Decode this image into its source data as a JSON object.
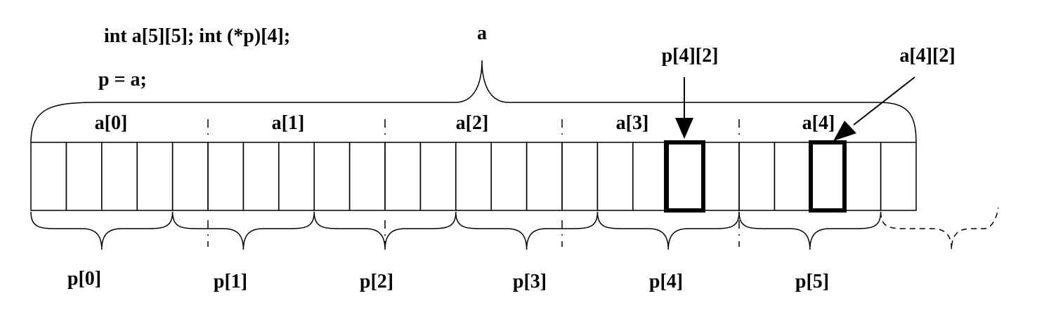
{
  "code": {
    "declaration": "int a[5][5];  int (*p)[4];",
    "assignment": "p = a;"
  },
  "array_label": "a",
  "row_labels": [
    "a[0]",
    "a[1]",
    "a[2]",
    "a[3]",
    "a[4]"
  ],
  "pointer_labels": [
    "p[0]",
    "p[1]",
    "p[2]",
    "p[3]",
    "p[4]",
    "p[5]"
  ],
  "callouts": {
    "p_element": "p[4][2]",
    "a_element": "a[4][2]"
  },
  "layout": {
    "total_cells": 25,
    "row_length": 5,
    "pointer_row_length": 4,
    "highlighted_cells": [
      {
        "index": 18,
        "label": "p[4][2]"
      },
      {
        "index": 22,
        "label": "a[4][2]"
      }
    ]
  },
  "colors": {
    "stroke": "#000000",
    "background": "#ffffff"
  }
}
